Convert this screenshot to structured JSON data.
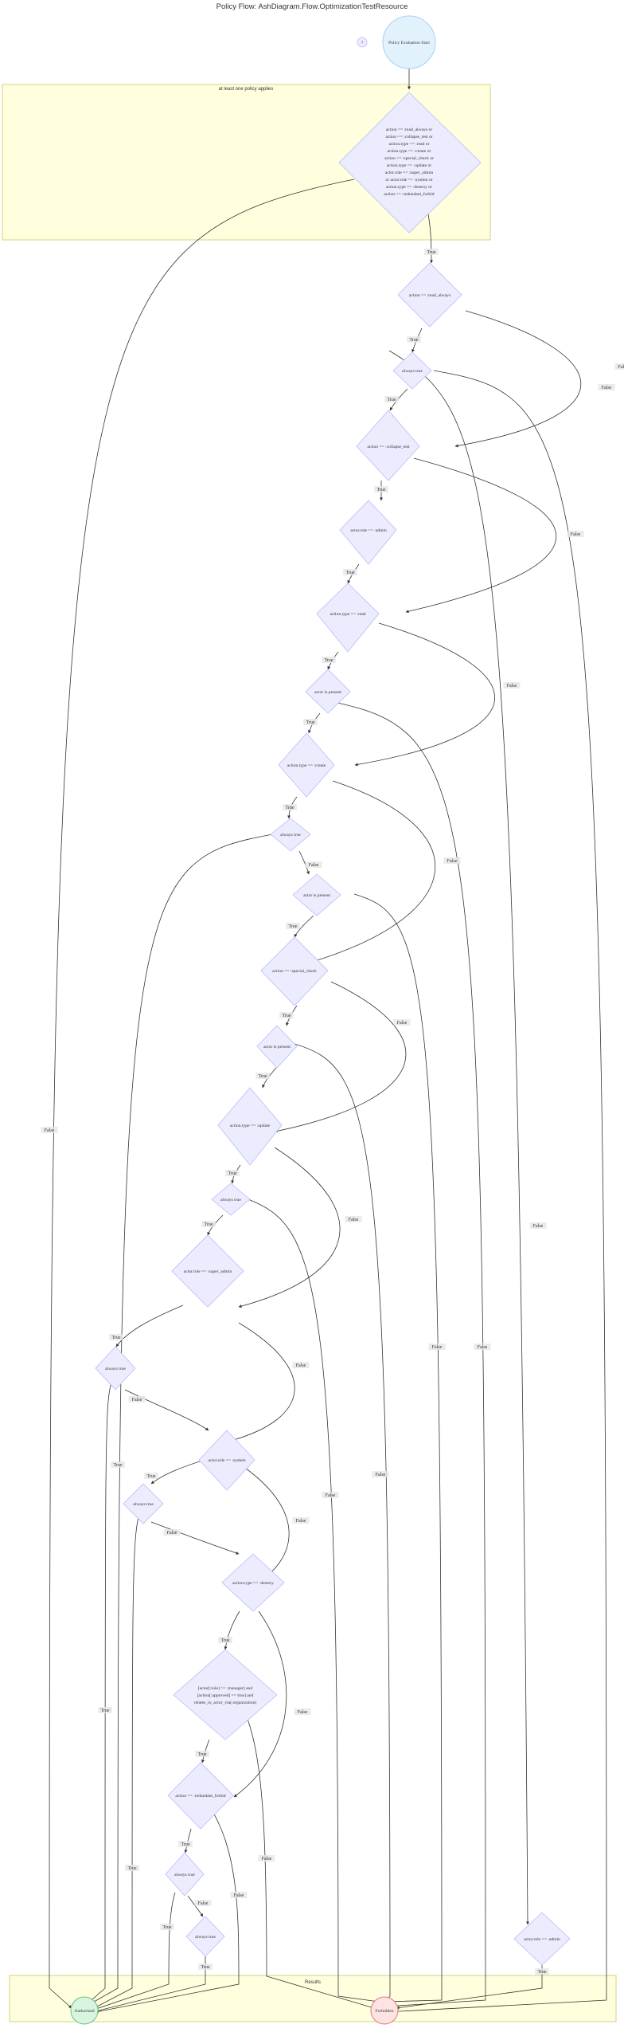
{
  "title": "Policy Flow: AshDiagram.Flow.OptimizationTestResource",
  "groups": {
    "top": "at least one policy applies",
    "bottom": "Results"
  },
  "nodes": {
    "start": "Policy Evaluation Start",
    "question": "?",
    "at_least_one": [
      "action == :read_always or",
      "action == :collapse_test or",
      "action.type == :read or",
      "action.type == :create or",
      "action == :special_check or",
      "action.type == :update or",
      "actor.role == :super_admin",
      "or actor.role == :system or",
      "action.type == :destroy or",
      "action == :redundant_forbid"
    ],
    "read_always": "action == :read_always",
    "always_true_1": "always true",
    "collapse_test": "action == :collapse_test",
    "actor_role_admin_1": "actor.role == :admin",
    "action_type_read": "action.type == :read",
    "actor_present_1": "actor is present",
    "action_type_create": "action.type == :create",
    "always_true_2": "always true",
    "actor_present_2": "actor is present",
    "special_check": "action == :special_check",
    "actor_present_3": "actor is present",
    "action_type_update": "action.type == :update",
    "always_true_3": "always true",
    "super_admin": "actor.role == :super_admin",
    "always_true_4": "always true",
    "system": "actor.role == :system",
    "always_true_5": "always true",
    "action_type_destroy": "action.type == :destroy",
    "complex": [
      "[actor[:role] == :manager] and",
      "[action[:approved] == true] and",
      "relates_to_actor_via(:organization)"
    ],
    "redundant_forbid": "action == :redundant_forbid",
    "always_true_6": "always true",
    "always_true_7": "always true",
    "actor_role_admin_2": "actor.role == :admin",
    "authorized": "Authorized",
    "forbidden": "Forbidden"
  },
  "edge_labels": {
    "true": "True",
    "false": "False"
  },
  "colors": {
    "decision_fill": "#ececff",
    "decision_stroke": "#bcb9f7",
    "start_fill": "#e1f2fd",
    "authorized_fill": "#d9f5df",
    "forbidden_fill": "#fde3e3",
    "cluster_fill": "#ffffde",
    "edge": "#333333"
  }
}
